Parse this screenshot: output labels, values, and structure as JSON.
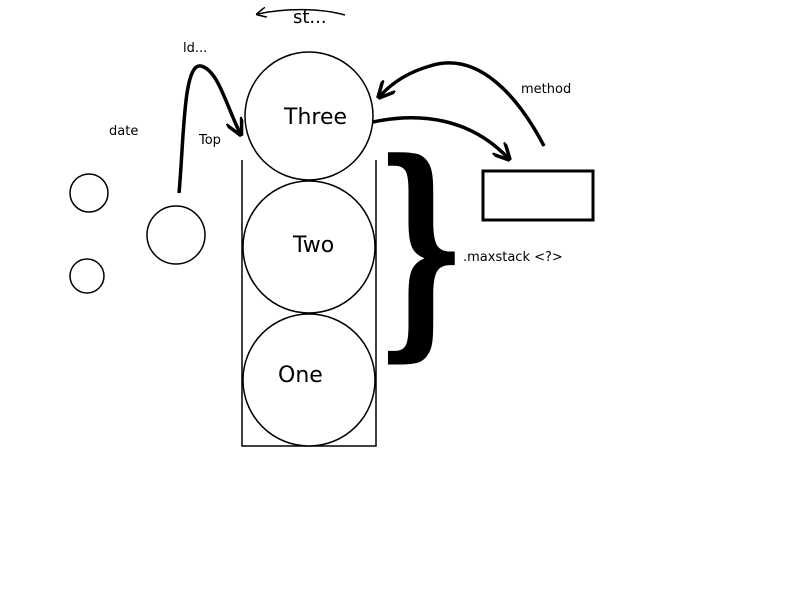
{
  "labels": {
    "store": "st...",
    "load": "ld...",
    "date": "date",
    "top": "Top",
    "method": "method",
    "maxstack": ".maxstack <?>"
  },
  "stack": {
    "items": [
      "Three",
      "Two",
      "One"
    ]
  },
  "brace": "}"
}
